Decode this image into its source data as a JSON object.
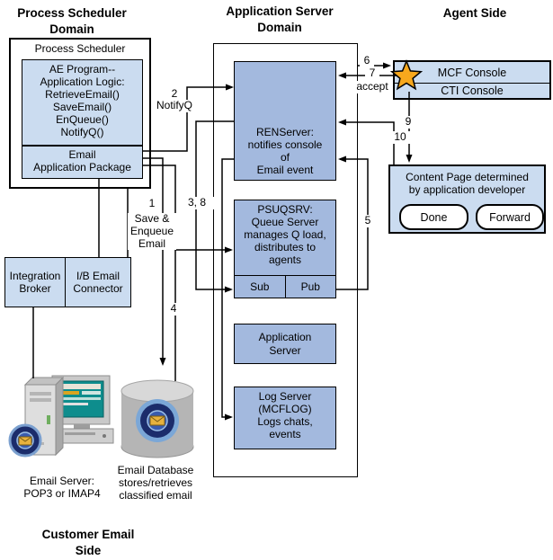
{
  "headings": {
    "process_scheduler_domain": "Process Scheduler\nDomain",
    "application_server_domain": "Application Server\nDomain",
    "agent_side": "Agent Side",
    "customer_email_side": "Customer Email\nSide"
  },
  "process_scheduler": {
    "title": "Process Scheduler",
    "ae_program": "AE Program--\nApplication Logic:\nRetrieveEmail()\nSaveEmail()\nEnQueue()\nNotifyQ()",
    "email_app_package": "Email\nApplication Package"
  },
  "app_server": {
    "renserver": "RENServer:\nnotifies console\nof\nEmail event",
    "psuqsrv": "PSUQSRV:\nQueue Server\nmanages Q load,\ndistributes to\nagents",
    "sub": "Sub",
    "pub": "Pub",
    "application_server": "Application\nServer",
    "log_server": "Log Server\n(MCFLOG)\nLogs chats,\nevents"
  },
  "agent": {
    "mcf_console": "MCF Console",
    "cti_console": "CTI Console",
    "content_page": "Content Page determined\nby application developer",
    "done_button": "Done",
    "forward_button": "Forward"
  },
  "integration": {
    "integration_broker": "Integration\nBroker",
    "ib_email_connector": "I/B Email\nConnector"
  },
  "customer": {
    "email_server_caption": "Email Server:\nPOP3 or IMAP4",
    "email_database_caption": "Email Database\nstores/retrieves\nclassified email"
  },
  "flow_labels": {
    "l1": "1",
    "l1_text": "Save &\nEnqueue\nEmail",
    "l2": "2",
    "l2_text": "NotifyQ",
    "l3_8": "3, 8",
    "l4": "4",
    "l5": "5",
    "l6": "6",
    "l7": "7",
    "l7_text": "accept",
    "l9": "9",
    "l10": "10"
  },
  "colors": {
    "box_fill_light": "#cbdcf0",
    "box_fill_dark": "#a3b9de",
    "star": "#f7a81d",
    "line": "#000000"
  }
}
